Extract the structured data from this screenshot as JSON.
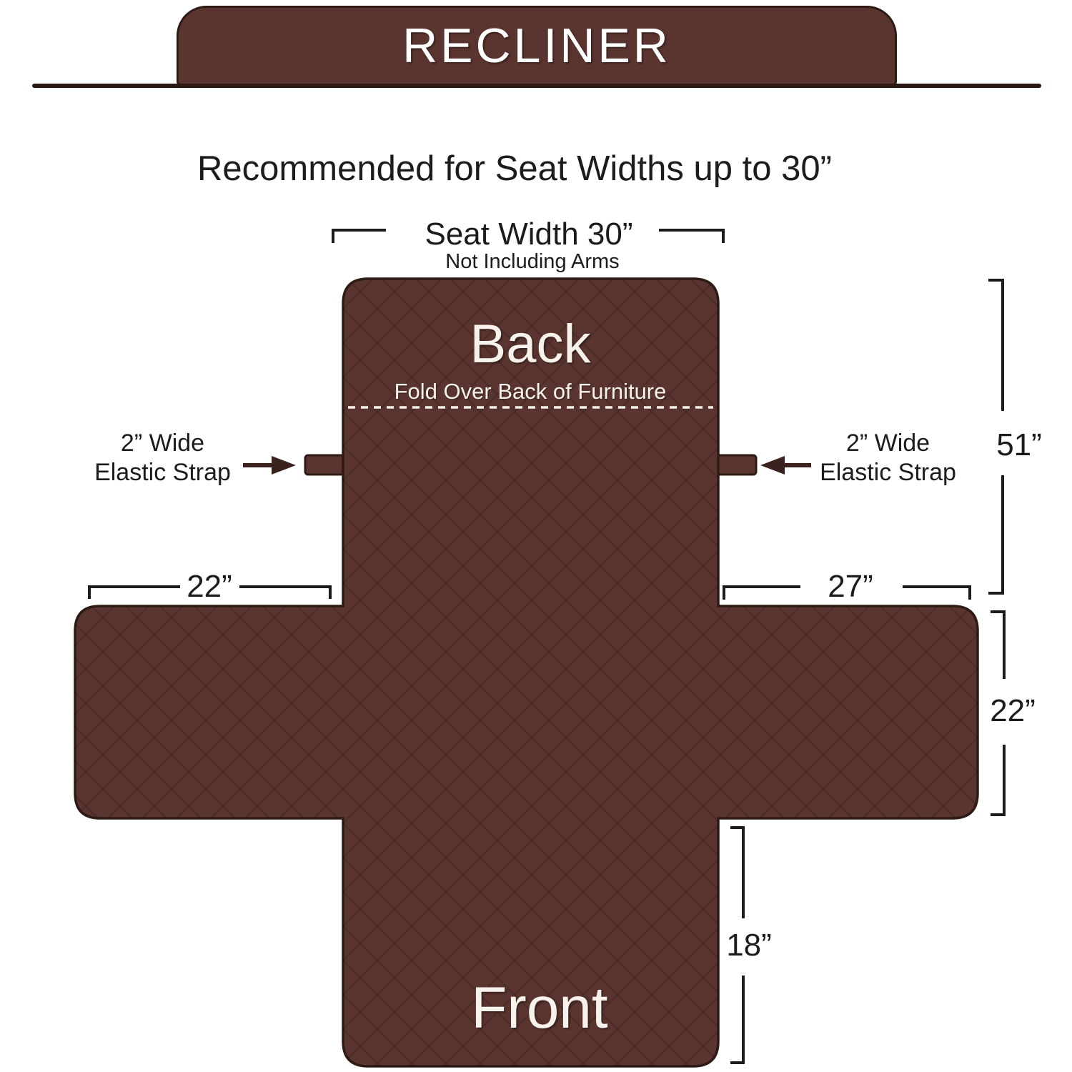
{
  "header": {
    "title": "RECLINER"
  },
  "subtitle": "Recommended for Seat Widths up to 30”",
  "seat_width": {
    "label": "Seat Width 30”",
    "note": "Not Including Arms"
  },
  "cover": {
    "back_label": "Back",
    "back_instruction": "Fold Over Back of Furniture",
    "front_label": "Front",
    "fill_color": "#5a342e",
    "outline_color": "#2f1b16",
    "pattern": "quilted-diamond",
    "fold_line_style": "white-dashed"
  },
  "straps": {
    "left": {
      "line1": "2” Wide",
      "line2": "Elastic Strap"
    },
    "right": {
      "line1": "2” Wide",
      "line2": "Elastic Strap"
    }
  },
  "dimensions": {
    "left_arm_width": "22”",
    "right_arm_width": "27”",
    "total_length": "51”",
    "arm_depth": "22”",
    "front_drop": "18”"
  },
  "colors": {
    "background": "#ffffff",
    "annotation": "#1c1c1c",
    "arrow": "#3a231e"
  }
}
